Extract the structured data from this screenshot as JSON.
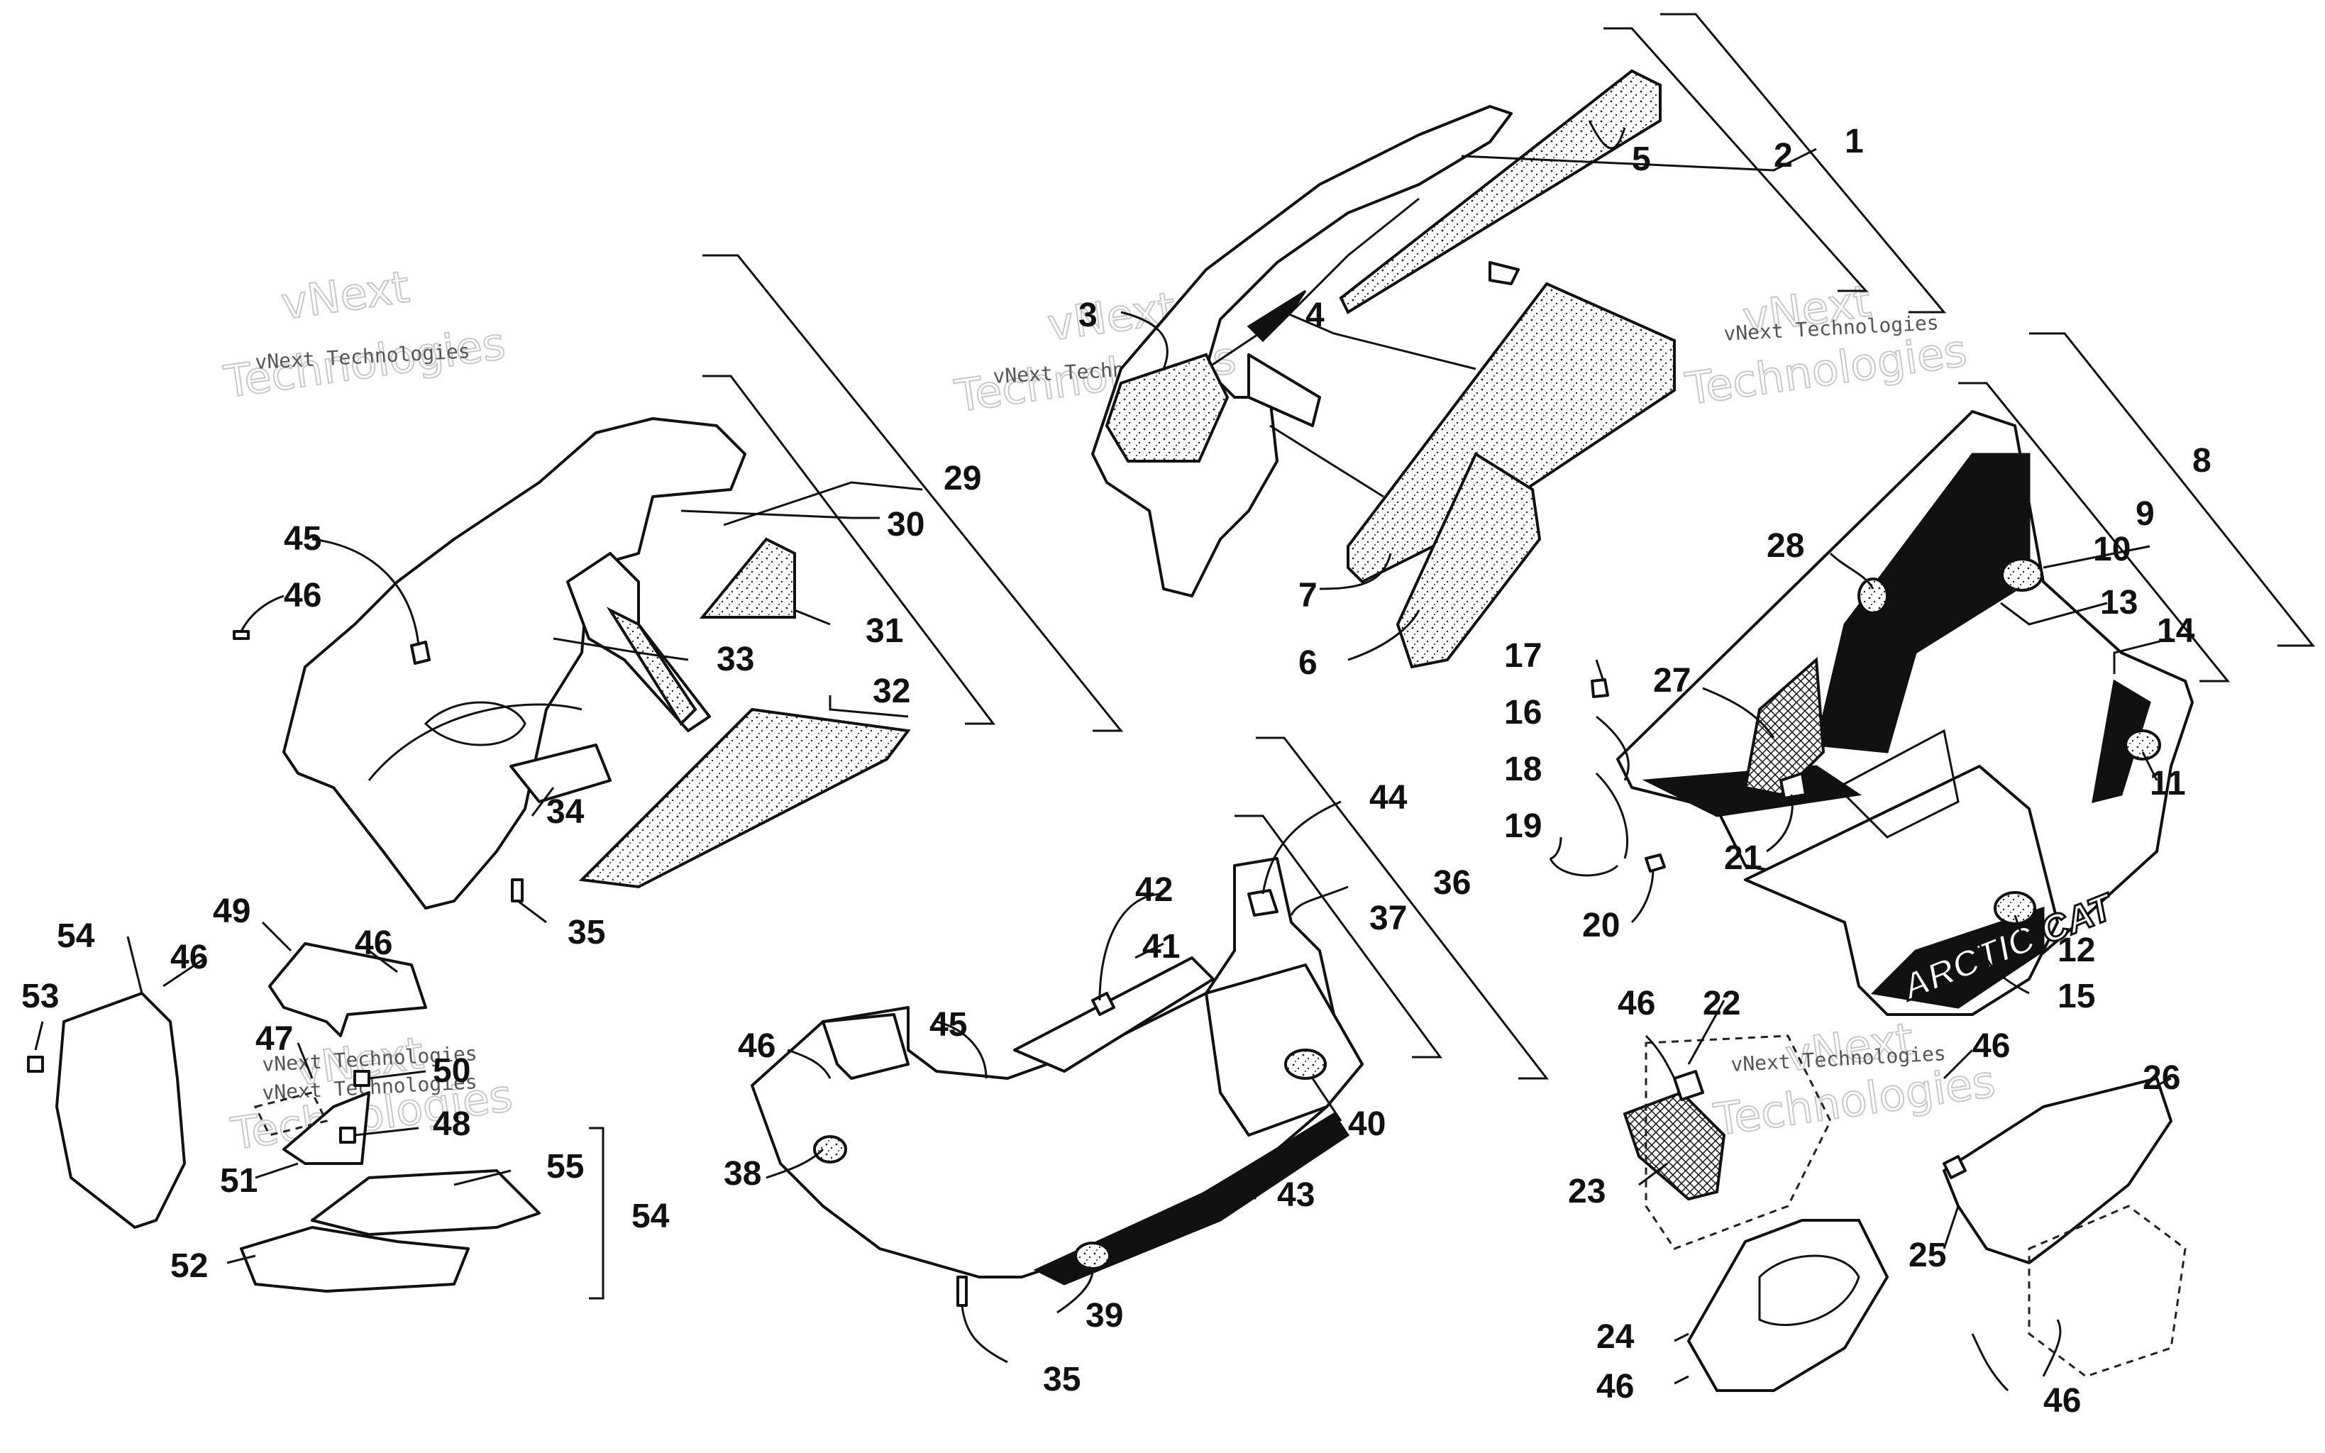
{
  "watermark": {
    "small_text": "vNext Technologies",
    "big_line1": "vNext",
    "big_line2": "Technologies"
  },
  "brand_decal": "ARCTIC CAT",
  "callouts": [
    "1",
    "2",
    "3",
    "4",
    "5",
    "6",
    "7",
    "8",
    "9",
    "10",
    "11",
    "12",
    "13",
    "14",
    "15",
    "16",
    "17",
    "18",
    "19",
    "20",
    "21",
    "22",
    "23",
    "24",
    "25",
    "26",
    "27",
    "28",
    "29",
    "30",
    "31",
    "32",
    "33",
    "34",
    "35",
    "35",
    "36",
    "37",
    "38",
    "39",
    "40",
    "41",
    "42",
    "43",
    "44",
    "45",
    "45",
    "46",
    "46",
    "46",
    "46",
    "46",
    "46",
    "46",
    "46",
    "47",
    "48",
    "49",
    "50",
    "51",
    "52",
    "53",
    "54",
    "54",
    "55"
  ]
}
